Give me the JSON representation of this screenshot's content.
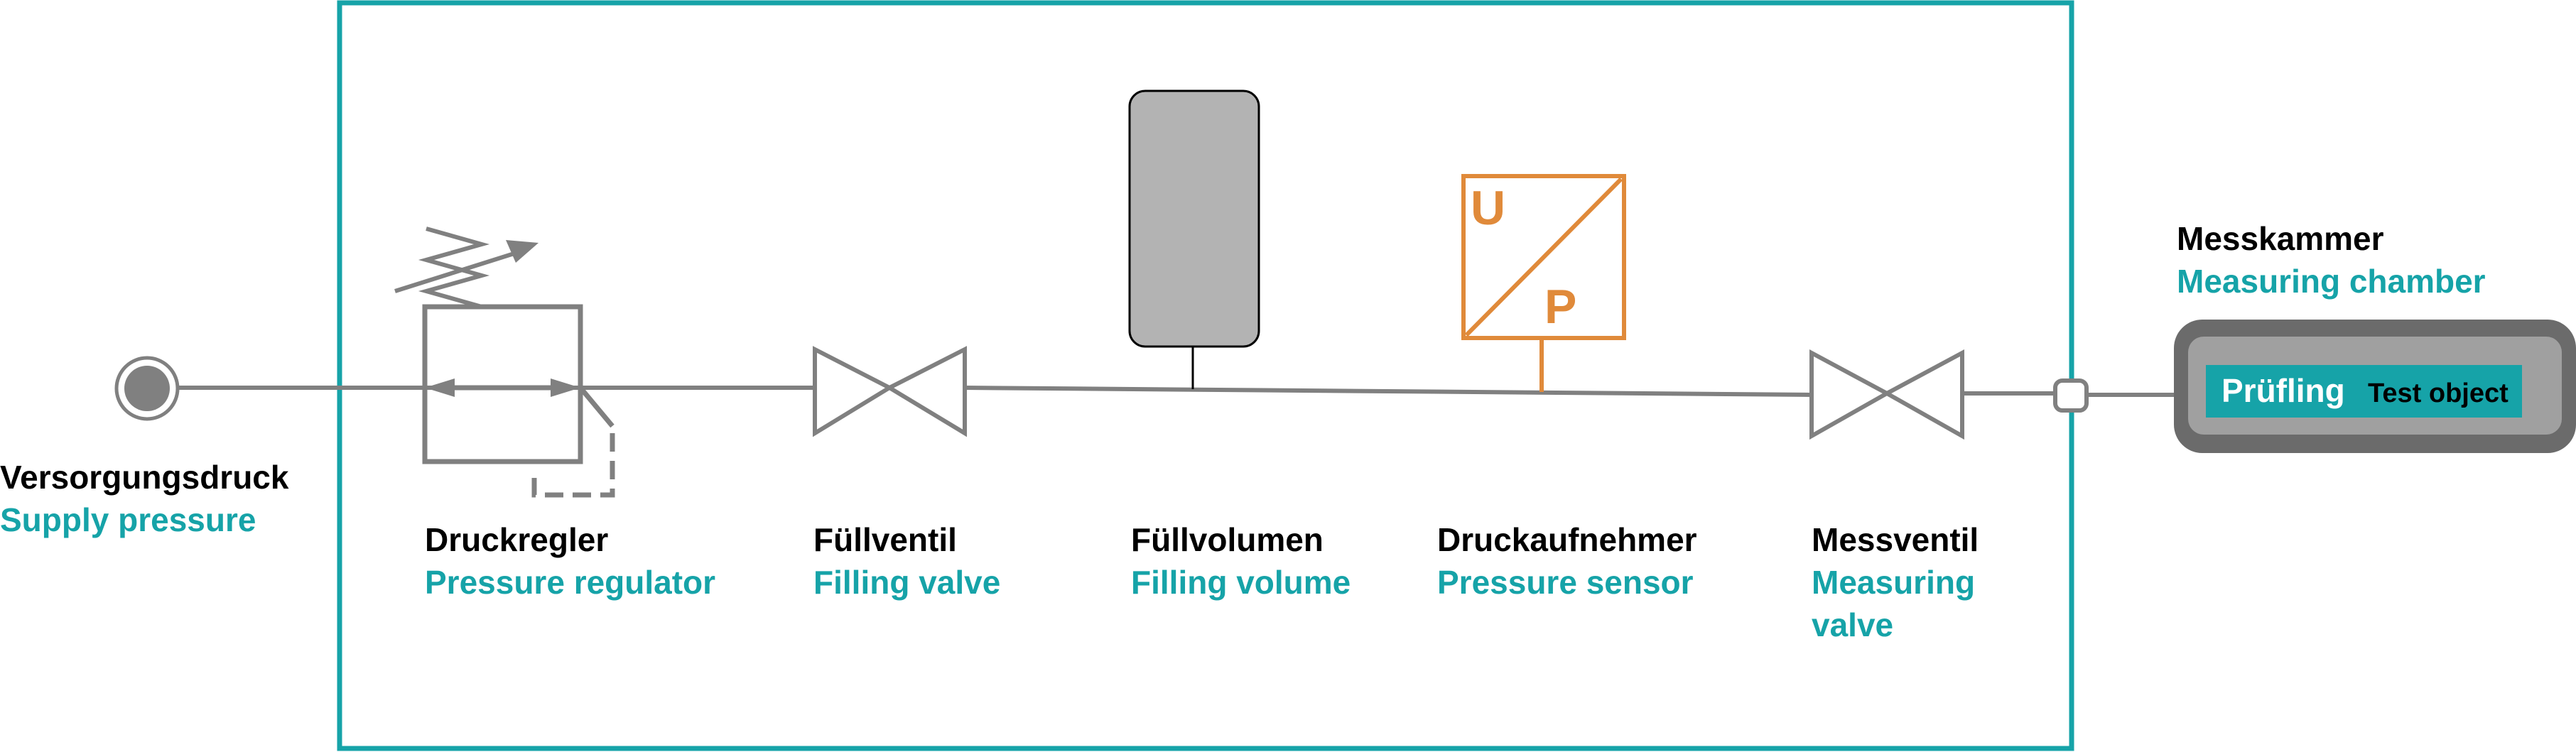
{
  "colors": {
    "frame": "#16a3a8",
    "line": "#808080",
    "sensor": "#e08a3a",
    "tank": "#b3b3b3",
    "german_label": "#000000",
    "english_label": "#16a3a8",
    "test_object": "#16a3a8",
    "chamber_outer": "#6b6b6b",
    "chamber_inner": "#a0a0a0"
  },
  "components": {
    "supply": {
      "label_de": "Versorgungsdruck",
      "label_en": "Supply pressure"
    },
    "regulator": {
      "label_de": "Druckregler",
      "label_en": "Pressure regulator"
    },
    "fill_valve": {
      "label_de": "Füllventil",
      "label_en": "Filling valve"
    },
    "fill_volume": {
      "label_de": "Füllvolumen",
      "label_en": "Filling volume"
    },
    "sensor": {
      "label_de": "Druckaufnehmer",
      "label_en": "Pressure sensor",
      "letter_top": "U",
      "letter_bottom": "P"
    },
    "measure_valve": {
      "label_de": "Messventil",
      "label_en_line1": "Measuring",
      "label_en_line2": "valve"
    },
    "chamber": {
      "label_de": "Messkammer",
      "label_en": "Measuring chamber",
      "object_de": "Prüfling",
      "object_en": "Test object"
    }
  }
}
